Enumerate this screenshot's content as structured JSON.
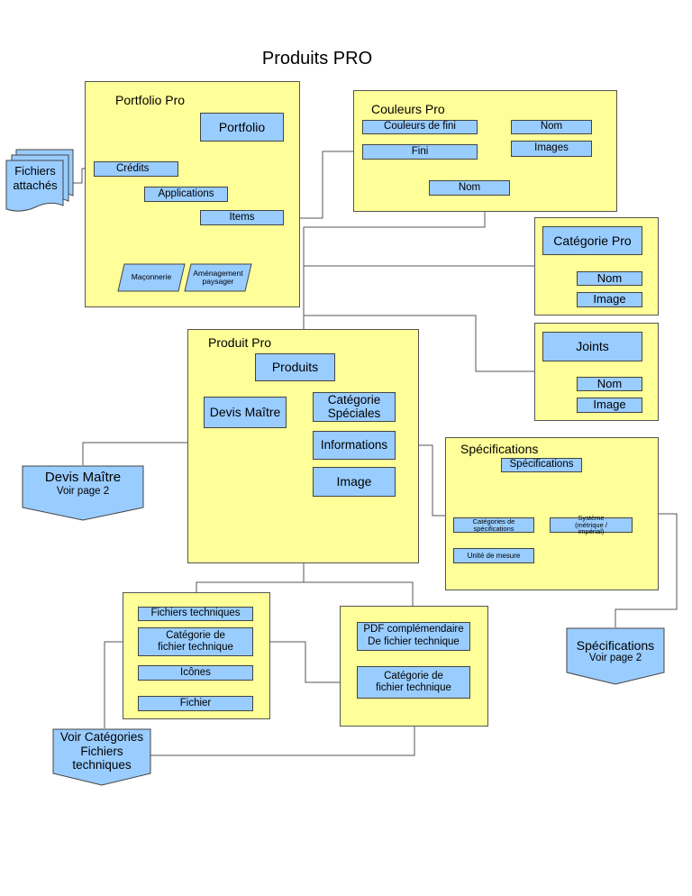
{
  "title": "Produits PRO",
  "groups": {
    "portfolio_pro": "Portfolio Pro",
    "couleurs_pro": "Couleurs Pro",
    "produit_pro": "Produit Pro",
    "specifications": "Spécifications"
  },
  "nodes": {
    "portfolio": "Portfolio",
    "credits": "Crédits",
    "applications": "Applications",
    "items": "Items",
    "maconnerie": "Maçonnerie",
    "amenagement": "Aménagement paysager",
    "couleurs_de_fini": "Couleurs de fini",
    "couleurs_nom": "Nom",
    "couleurs_images": "Images",
    "fini": "Fini",
    "fini_nom": "Nom",
    "categorie_pro": "Catégorie Pro",
    "categorie_pro_nom": "Nom",
    "categorie_pro_image": "Image",
    "joints": "Joints",
    "joints_nom": "Nom",
    "joints_image": "Image",
    "produits": "Produits",
    "devis_maitre": "Devis Maître",
    "categorie_speciales": "Catégorie Spéciales",
    "informations": "Informations",
    "image": "Image",
    "spec_specifications": "Spécifications",
    "categories_specs": "Catégories de spécifications",
    "systeme": "Système (métrique / impérial)",
    "unite_mesure": "Unité de mesure",
    "fichiers_techniques": "Fichiers techniques",
    "cat_fichier_technique": "Catégorie de fichier technique",
    "icones": "Icônes",
    "fichier": "Fichier",
    "pdf_complementaire": "PDF complémendaire De fichier technique",
    "cat_fichier_technique_2": "Catégorie de fichier technique"
  },
  "docs": {
    "fichiers_attaches": "Fichiers attachés"
  },
  "banners": {
    "devis_maitre": {
      "title": "Devis Maître",
      "sub": "Voir page 2"
    },
    "specifications": {
      "title": "Spécifications",
      "sub": "Voir page 2"
    },
    "voir_categories": {
      "title": "Voir Catégories Fichiers techniques",
      "sub": ""
    }
  },
  "colors": {
    "group_fill": "#ffff99",
    "node_fill": "#99ccff",
    "line": "#555555"
  }
}
